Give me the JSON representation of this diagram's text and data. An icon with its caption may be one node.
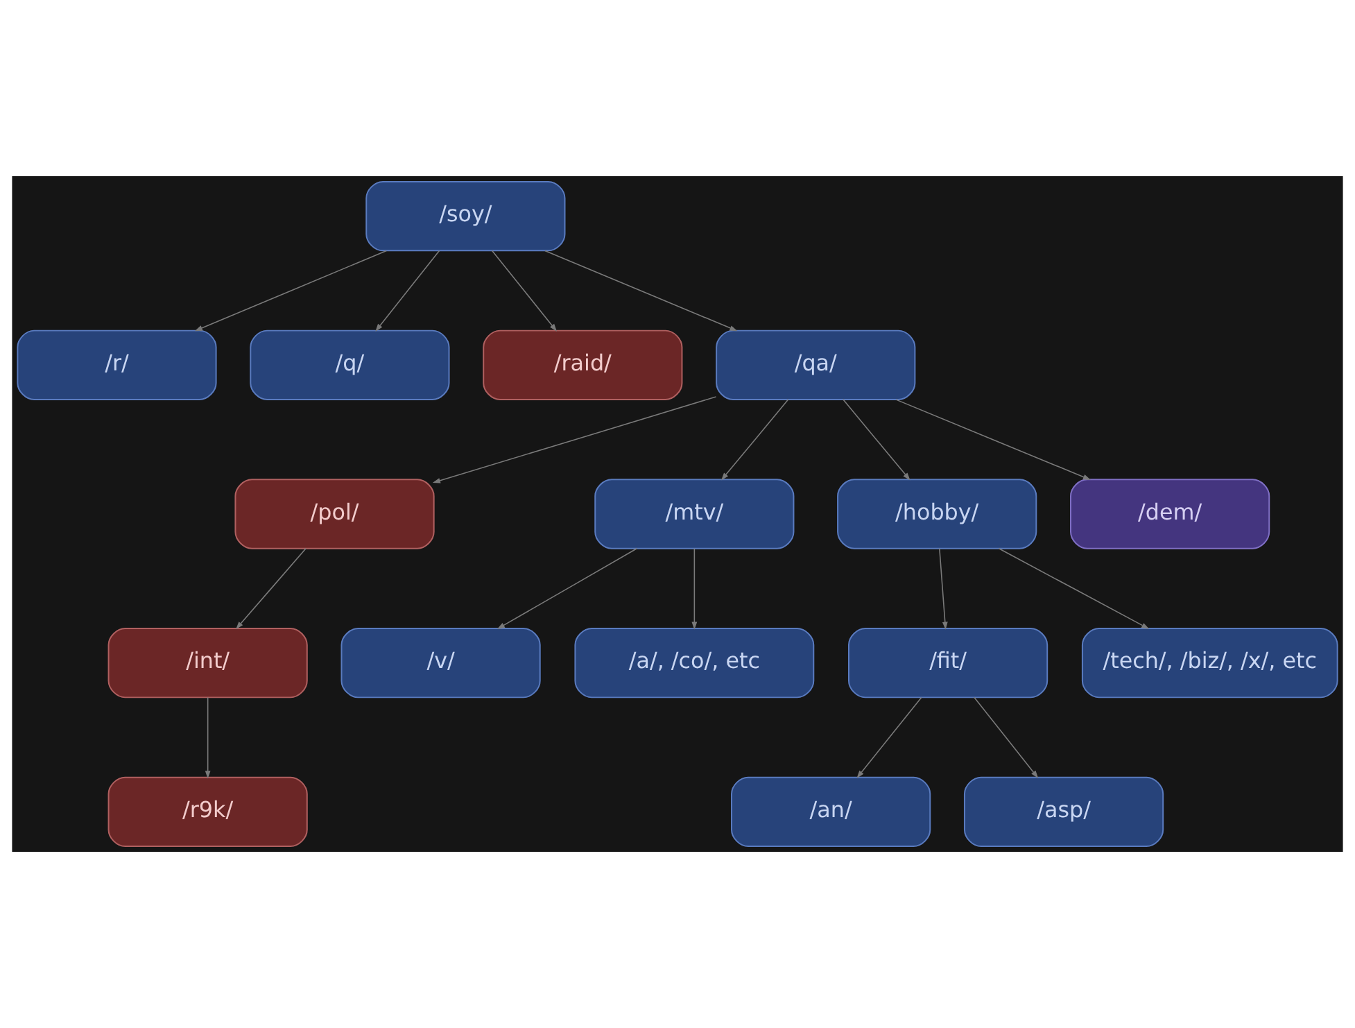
{
  "diagram": {
    "nodes": [
      {
        "text": [
          "/soy/"
        ]
      },
      {
        "text": [
          "/r/"
        ]
      },
      {
        "text": [
          "/q/"
        ]
      },
      {
        "text": [
          "/raid/"
        ]
      },
      {
        "text": [
          "/qa/"
        ]
      },
      {
        "text": [
          "/pol/"
        ]
      },
      {
        "text": [
          "/mtv/"
        ]
      },
      {
        "text": [
          "/hobby/"
        ]
      },
      {
        "text": [
          "/dem/"
        ]
      },
      {
        "text": [
          "/int/"
        ]
      },
      {
        "text": [
          "/v/"
        ]
      },
      {
        "text": [
          "/a/, /co/, etc"
        ]
      },
      {
        "text": [
          "/fit/"
        ]
      },
      {
        "text": [
          "/tech/, /biz/, /x/, etc"
        ]
      },
      {
        "text": [
          "/r9k/"
        ]
      },
      {
        "text": [
          "/an/"
        ]
      },
      {
        "text": [
          "/asp/"
        ]
      }
    ],
    "edges": [
      {
        "from": 0,
        "to": 1,
        "arrow": "to"
      },
      {
        "from": 0,
        "to": 2,
        "arrow": "to"
      },
      {
        "from": 0,
        "to": 3,
        "arrow": "to"
      },
      {
        "from": 0,
        "to": 4,
        "arrow": "to"
      },
      {
        "from": 4,
        "to": 5,
        "arrow": "to"
      },
      {
        "from": 4,
        "to": 6,
        "arrow": "to"
      },
      {
        "from": 4,
        "to": 7,
        "arrow": "to"
      },
      {
        "from": 4,
        "to": 8,
        "arrow": "to"
      },
      {
        "from": 5,
        "to": 9,
        "arrow": "to"
      },
      {
        "from": 6,
        "to": 10,
        "arrow": "to"
      },
      {
        "from": 6,
        "to": 11,
        "arrow": "to"
      },
      {
        "from": 7,
        "to": 12,
        "arrow": "to"
      },
      {
        "from": 7,
        "to": 13,
        "arrow": "to"
      },
      {
        "from": 9,
        "to": 14,
        "arrow": "to"
      },
      {
        "from": 12,
        "to": 15,
        "arrow": "to"
      },
      {
        "from": 12,
        "to": 16,
        "arrow": "to"
      }
    ]
  }
}
